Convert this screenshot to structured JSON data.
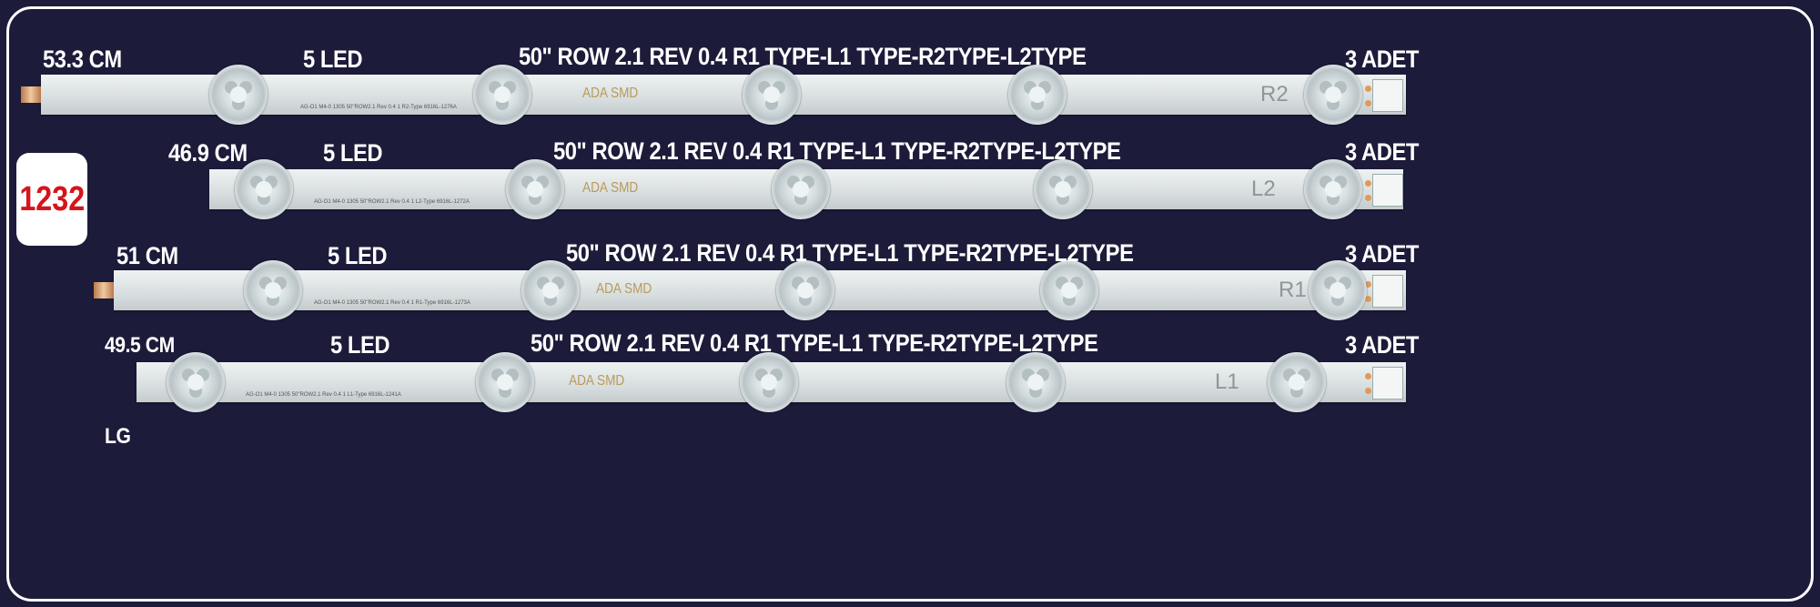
{
  "badge": {
    "code": "1232"
  },
  "brand": "LG",
  "rows": [
    {
      "length": "53.3 CM",
      "led_count": "5 LED",
      "title": "50\" ROW 2.1 REV 0.4 R1 TYPE-L1 TYPE-R2TYPE-L2TYPE",
      "quantity": "3 ADET",
      "strip_mark": "ADA SMD",
      "type_label": "R2",
      "silk": "AG-O1 M4-0 1305   50\"ROW2.1 Rev 0.4 1 R2-Type 6916L-1276A"
    },
    {
      "length": "46.9 CM",
      "led_count": "5 LED",
      "title": "50\" ROW 2.1 REV 0.4 R1 TYPE-L1 TYPE-R2TYPE-L2TYPE",
      "quantity": "3 ADET",
      "strip_mark": "ADA SMD",
      "type_label": "L2",
      "silk": "AG-O1 M4-0 1305   50\"ROW2.1 Rev 0.4 1 L2-Type 6916L-1272A"
    },
    {
      "length": "51 CM",
      "led_count": "5 LED",
      "title": "50\" ROW 2.1 REV 0.4 R1 TYPE-L1 TYPE-R2TYPE-L2TYPE",
      "quantity": "3 ADET",
      "strip_mark": "ADA SMD",
      "type_label": "R1",
      "silk": "AG-O1 M4-0 1305   50\"ROW2.1 Rev 0.4 1 R1-Type 6916L-1273A"
    },
    {
      "length": "49.5 CM",
      "led_count": "5 LED",
      "title": "50\" ROW 2.1 REV 0.4 R1 TYPE-L1 TYPE-R2TYPE-L2TYPE",
      "quantity": "3 ADET",
      "strip_mark": "ADA SMD",
      "type_label": "L1",
      "silk": "AG-O1 M4-0 1305   50\"ROW2.1 Rev 0.4 1 L1-Type 6916L-1241A"
    }
  ]
}
